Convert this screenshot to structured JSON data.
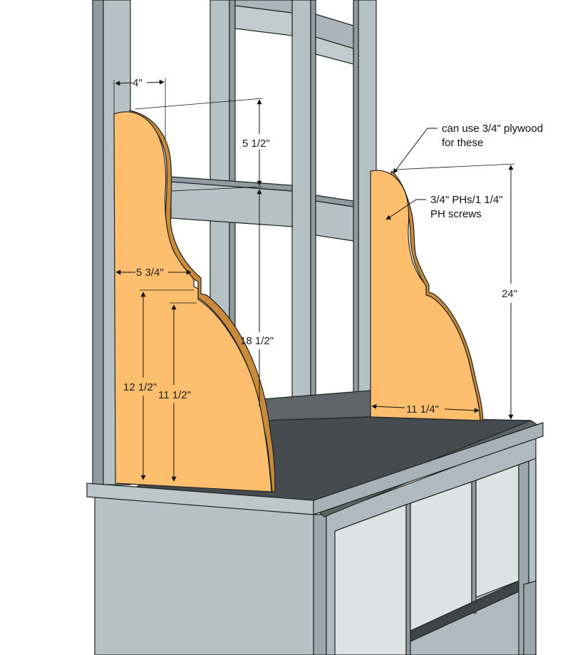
{
  "diagram": {
    "dimensions": {
      "top_width": "4\"",
      "top_drop": "5 1/2\"",
      "notch_width": "5 3/4\"",
      "height_12": "12 1/2\"",
      "height_11": "11 1/2\"",
      "height_18": "18 1/2\"",
      "right_width": "11 1/4\"",
      "right_height": "24\""
    },
    "notes": {
      "material_line1": "can use 3/4\" plywood",
      "material_line2": "for these",
      "screws_line1": "3/4\" PHs/1 1/4\"",
      "screws_line2": "PH screws"
    },
    "colors": {
      "wood": "#FDBE6E",
      "wood_edge": "#C98A3A",
      "frame": "#B5C1C5",
      "frame_dark": "#8E9CA2",
      "seat": "#454B4F",
      "outline": "#222222"
    }
  }
}
